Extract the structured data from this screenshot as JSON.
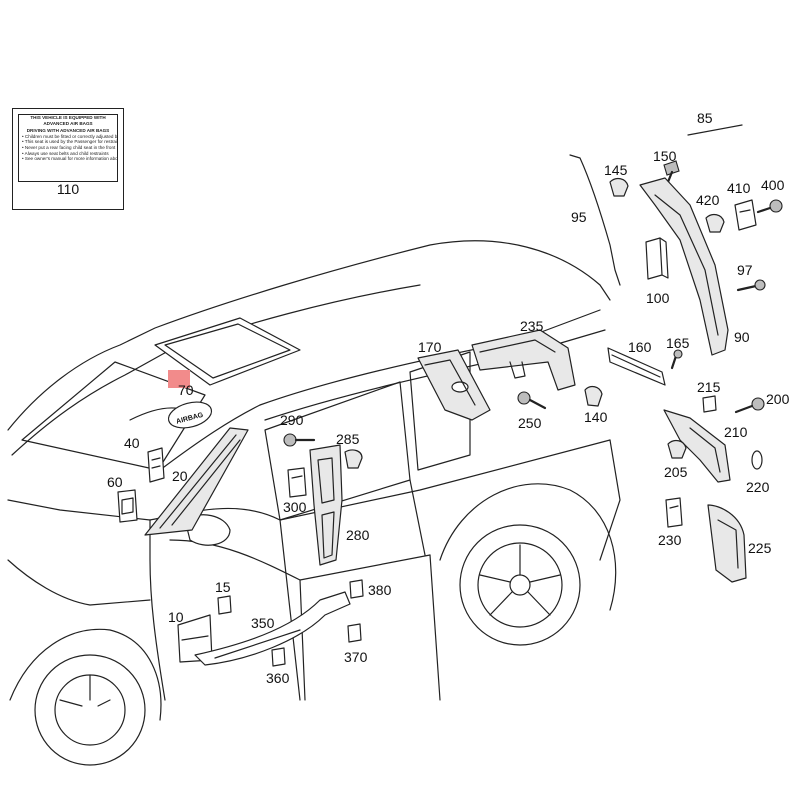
{
  "label_card": {
    "line1": "THIS VEHICLE IS EQUIPPED WITH",
    "line2": "ADVANCED AIR BAGS",
    "subhead": "DRIVING WITH ADVANCED AIR BAGS",
    "bullets": [
      "• Children must be fitted or correctly adjusted by Seat/Airbag",
      "• This seat is used by the Passenger for restrains",
      "• Never put a rear facing child seat in the front",
      "• Always use seat belts and child restraints",
      "• See owner's manual for more information about air bags"
    ],
    "part_number": "110"
  },
  "airbag_badge": "AIRBAG",
  "part_numbers": {
    "p10": "10",
    "p15": "15",
    "p20": "20",
    "p40": "40",
    "p60": "60",
    "p70": "70",
    "p85": "85",
    "p90": "90",
    "p95": "95",
    "p97": "97",
    "p100": "100",
    "p140": "140",
    "p145": "145",
    "p150": "150",
    "p160": "160",
    "p165": "165",
    "p170": "170",
    "p200": "200",
    "p205": "205",
    "p210": "210",
    "p215": "215",
    "p220": "220",
    "p225": "225",
    "p230": "230",
    "p235": "235",
    "p250": "250",
    "p280": "280",
    "p285": "285",
    "p290": "290",
    "p300": "300",
    "p350": "350",
    "p360": "360",
    "p370": "370",
    "p380": "380",
    "p400": "400",
    "p410": "410",
    "p420": "420"
  },
  "colors": {
    "highlight": "#f28b8b",
    "line": "#222222",
    "background": "#ffffff"
  }
}
